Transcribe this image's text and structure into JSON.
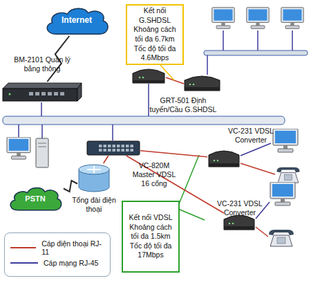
{
  "diagram": {
    "nodes": [
      {
        "text": [
          "Internet"
        ]
      },
      {
        "text": [
          "Kết nối G.SHDSL Khoảng cách tối đa 6.7km Tốc độ tối đa 4.6Mbps"
        ]
      },
      {
        "text": [
          "BM-2101 Quản lý băng thông"
        ]
      },
      {
        "text": [
          "GRT-501 Định tuyến/Cầu G.SHDSL"
        ]
      },
      {
        "text": [
          "VC-231 VDSL Converter"
        ]
      },
      {
        "text": [
          "VC-820M Master VDSL 16 cổng"
        ]
      },
      {
        "text": [
          "Tổng đài điện thoại"
        ]
      },
      {
        "text": [
          "PSTN"
        ]
      },
      {
        "text": [
          "Kết nối VDSL Khoảng cách tối đa 1.5km Tốc độ tối đa 17Mbps"
        ]
      },
      {
        "text": [
          "VC-231 VDSL Converter"
        ]
      }
    ],
    "edges": [
      {
        "from": 0,
        "to": 2,
        "arrow": "none"
      },
      {
        "from": 5,
        "to": 4,
        "arrow": "none"
      },
      {
        "from": 5,
        "to": 9,
        "arrow": "none"
      },
      {
        "from": 7,
        "to": 6,
        "arrow": "none"
      },
      {
        "from": 6,
        "to": 5,
        "arrow": "none"
      }
    ],
    "legend": [
      {
        "text": "Cáp điện thoại RJ-11"
      },
      {
        "text": "Cáp mạng RJ-45"
      }
    ]
  }
}
